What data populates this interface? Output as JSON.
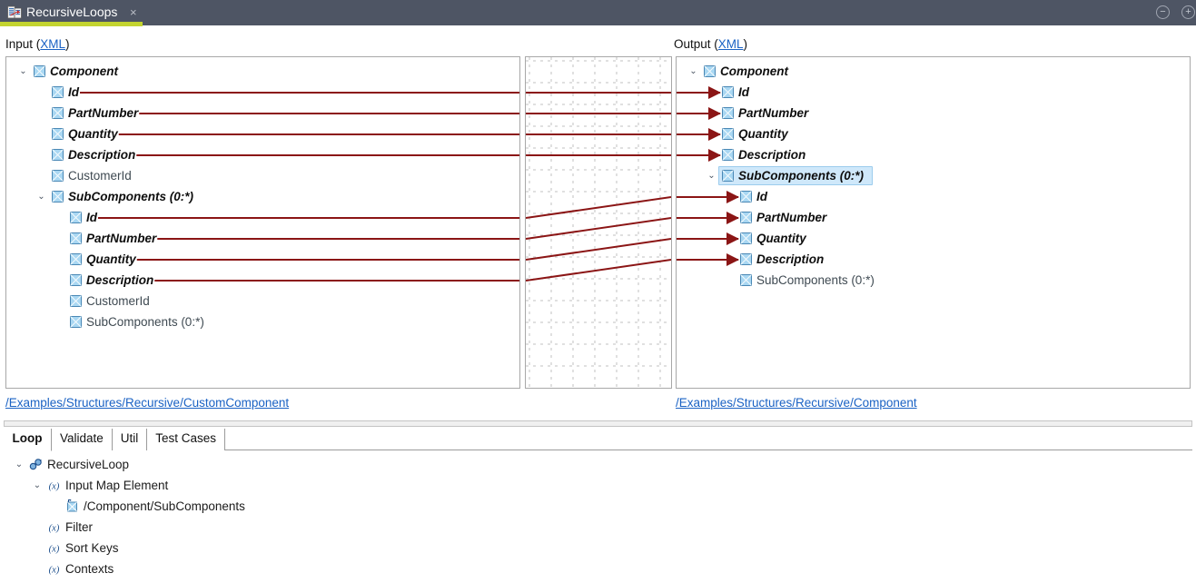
{
  "window": {
    "tab_title": "RecursiveLoops",
    "tab_icon": "mapping-document-icon",
    "close_label": "×",
    "minimize_label": "−",
    "maximize_label": "+",
    "titlebar_color": "#4e5564",
    "active_tab_accent": "#c3d430"
  },
  "panels": {
    "input": {
      "caption_prefix": "Input (",
      "caption_link": "XML",
      "caption_suffix": ")",
      "path": "/Examples/Structures/Recursive/CustomComponent",
      "tree": [
        {
          "label": "Component",
          "indent": 0,
          "mapped": true,
          "expandable": true,
          "expanded": true,
          "line": false
        },
        {
          "label": "Id",
          "indent": 1,
          "mapped": true,
          "expandable": false,
          "expanded": false,
          "line": true
        },
        {
          "label": "PartNumber",
          "indent": 1,
          "mapped": true,
          "expandable": false,
          "expanded": false,
          "line": true
        },
        {
          "label": "Quantity",
          "indent": 1,
          "mapped": true,
          "expandable": false,
          "expanded": false,
          "line": true
        },
        {
          "label": "Description",
          "indent": 1,
          "mapped": true,
          "expandable": false,
          "expanded": false,
          "line": true
        },
        {
          "label": "CustomerId",
          "indent": 1,
          "mapped": false,
          "expandable": false,
          "expanded": false,
          "line": false
        },
        {
          "label": "SubComponents (0:*)",
          "indent": 1,
          "mapped": true,
          "expandable": true,
          "expanded": true,
          "line": false
        },
        {
          "label": "Id",
          "indent": 2,
          "mapped": true,
          "expandable": false,
          "expanded": false,
          "line": true
        },
        {
          "label": "PartNumber",
          "indent": 2,
          "mapped": true,
          "expandable": false,
          "expanded": false,
          "line": true
        },
        {
          "label": "Quantity",
          "indent": 2,
          "mapped": true,
          "expandable": false,
          "expanded": false,
          "line": true
        },
        {
          "label": "Description",
          "indent": 2,
          "mapped": true,
          "expandable": false,
          "expanded": false,
          "line": true
        },
        {
          "label": "CustomerId",
          "indent": 2,
          "mapped": false,
          "expandable": false,
          "expanded": false,
          "line": false
        },
        {
          "label": "SubComponents (0:*)",
          "indent": 2,
          "mapped": false,
          "expandable": false,
          "expanded": false,
          "line": false
        }
      ]
    },
    "output": {
      "caption_prefix": "Output (",
      "caption_link": "XML",
      "caption_suffix": ")",
      "path": "/Examples/Structures/Recursive/Component",
      "tree": [
        {
          "label": "Component",
          "indent": 0,
          "mapped": true,
          "expandable": true,
          "expanded": true,
          "arrow": false,
          "selected": false
        },
        {
          "label": "Id",
          "indent": 1,
          "mapped": true,
          "expandable": false,
          "expanded": false,
          "arrow": true,
          "selected": false
        },
        {
          "label": "PartNumber",
          "indent": 1,
          "mapped": true,
          "expandable": false,
          "expanded": false,
          "arrow": true,
          "selected": false
        },
        {
          "label": "Quantity",
          "indent": 1,
          "mapped": true,
          "expandable": false,
          "expanded": false,
          "arrow": true,
          "selected": false
        },
        {
          "label": "Description",
          "indent": 1,
          "mapped": true,
          "expandable": false,
          "expanded": false,
          "arrow": true,
          "selected": false
        },
        {
          "label": "SubComponents (0:*)",
          "indent": 1,
          "mapped": true,
          "expandable": true,
          "expanded": true,
          "arrow": false,
          "selected": true
        },
        {
          "label": "Id",
          "indent": 2,
          "mapped": true,
          "expandable": false,
          "expanded": false,
          "arrow": true,
          "selected": false
        },
        {
          "label": "PartNumber",
          "indent": 2,
          "mapped": true,
          "expandable": false,
          "expanded": false,
          "arrow": true,
          "selected": false
        },
        {
          "label": "Quantity",
          "indent": 2,
          "mapped": true,
          "expandable": false,
          "expanded": false,
          "arrow": true,
          "selected": false
        },
        {
          "label": "Description",
          "indent": 2,
          "mapped": true,
          "expandable": false,
          "expanded": false,
          "arrow": true,
          "selected": false
        },
        {
          "label": "SubComponents (0:*)",
          "indent": 2,
          "mapped": false,
          "expandable": false,
          "expanded": false,
          "arrow": false,
          "selected": false
        }
      ]
    },
    "middle": {
      "name": "mapping-grid",
      "grid_spacing": 24,
      "link_color": "#8b1515",
      "connectors": [
        {
          "from_row": 1,
          "to_row": 1
        },
        {
          "from_row": 2,
          "to_row": 2
        },
        {
          "from_row": 3,
          "to_row": 3
        },
        {
          "from_row": 4,
          "to_row": 4
        },
        {
          "from_row": 7,
          "to_row": 6
        },
        {
          "from_row": 8,
          "to_row": 7
        },
        {
          "from_row": 9,
          "to_row": 8
        },
        {
          "from_row": 10,
          "to_row": 9
        }
      ]
    }
  },
  "bottom": {
    "tabs": [
      {
        "label": "Loop",
        "active": true
      },
      {
        "label": "Validate",
        "active": false
      },
      {
        "label": "Util",
        "active": false
      },
      {
        "label": "Test Cases",
        "active": false
      }
    ],
    "tree": [
      {
        "label": "RecursiveLoop",
        "indent": 0,
        "icon": "loop-icon",
        "expandable": true,
        "expanded": true
      },
      {
        "label": "Input Map Element",
        "indent": 1,
        "icon": "function-xy-icon",
        "expandable": true,
        "expanded": true
      },
      {
        "label": "/Component/SubComponents",
        "indent": 2,
        "icon": "xml-element-icon",
        "expandable": false,
        "expanded": false
      },
      {
        "label": "Filter",
        "indent": 1,
        "icon": "function-xy-icon",
        "expandable": false,
        "expanded": false
      },
      {
        "label": "Sort Keys",
        "indent": 1,
        "icon": "function-xy-icon",
        "expandable": false,
        "expanded": false
      },
      {
        "label": "Contexts",
        "indent": 1,
        "icon": "function-xy-icon",
        "expandable": false,
        "expanded": false
      }
    ]
  }
}
